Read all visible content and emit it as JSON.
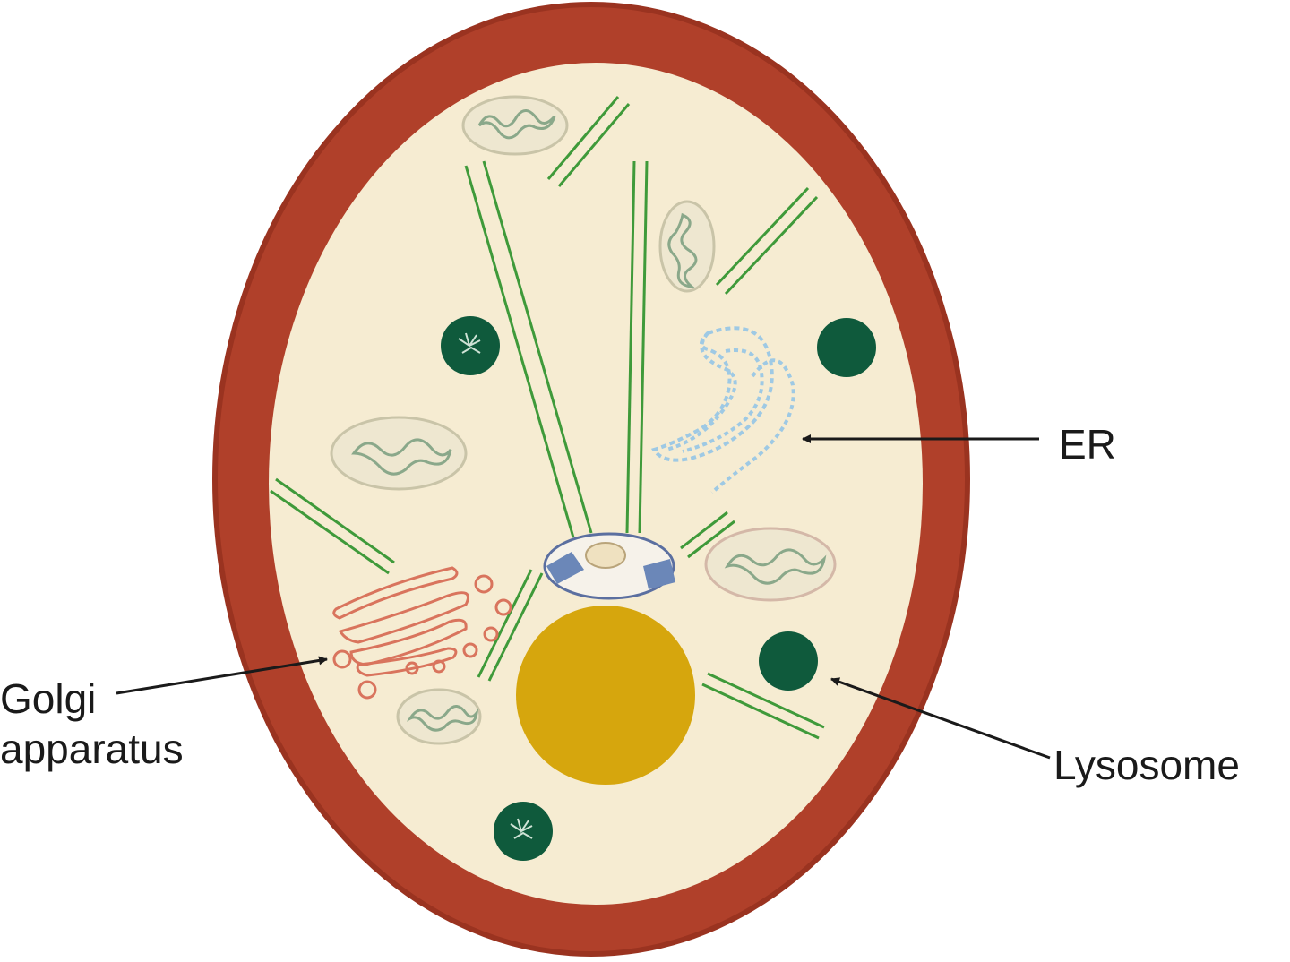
{
  "labels": {
    "er": "ER",
    "golgi_line1": "Golgi",
    "golgi_line2": "apparatus",
    "lysosome": "Lysosome"
  },
  "colors": {
    "membrane": "#b0402a",
    "cytoplasm": "#f6ecd2",
    "microtubule": "#3f9a3a",
    "lysosome": "#0f5a3c",
    "nucleus_granule": "#d6a60d",
    "er": "#9ec9e4",
    "golgi": "#d9745d",
    "mitochondria": "#8aa88a",
    "centrosome": "#6b87b8",
    "pointer": "#1a1a1a"
  }
}
